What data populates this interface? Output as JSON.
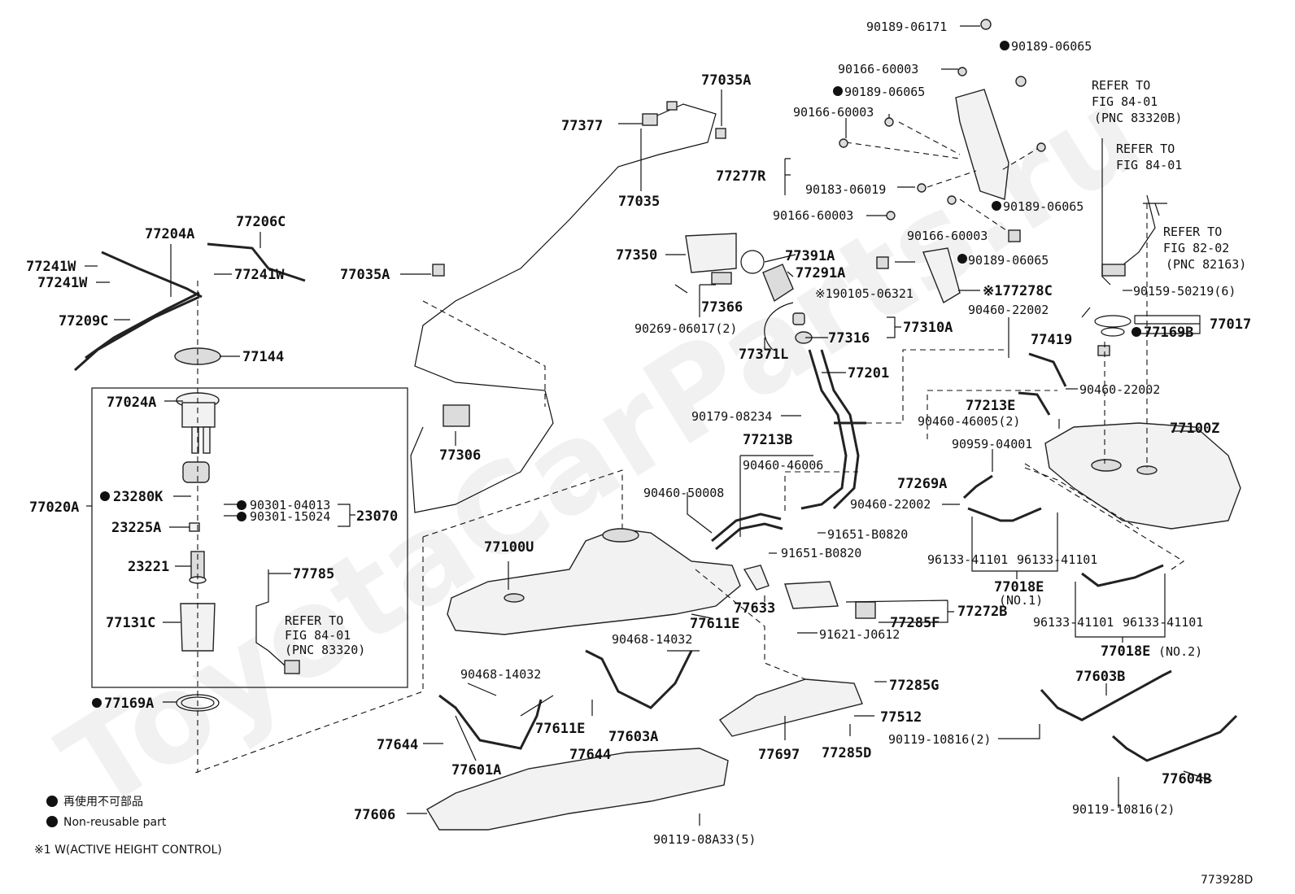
{
  "watermark": "ToyotaCarParts.ru",
  "labels": {
    "p90189_06171": "90189-06171",
    "p90189_06065_a": "90189-06065",
    "p90166_60003_a": "90166-60003",
    "p90189_06065_b": "90189-06065",
    "p90166_60003_b": "90166-60003",
    "p77277R": "77277R",
    "p90183_06019": "90183-06019",
    "p90189_06065_c": "90189-06065",
    "p90166_60003_c": "90166-60003",
    "p90166_60003_d": "90166-60003",
    "p90189_06065_d": "90189-06065",
    "p77035A_top": "77035A",
    "p77377": "77377",
    "p77035": "77035",
    "p77204A": "77204A",
    "p77206C": "77206C",
    "p77241W_a": "77241W",
    "p77241W_b": "77241W",
    "p77241W_c": "77241W",
    "p77209C": "77209C",
    "p77144": "77144",
    "p77035A_mid": "77035A",
    "p77306": "77306",
    "p77350": "77350",
    "p77391A": "77391A",
    "p77291A": "77291A",
    "p190105_06321": "※190105-06321",
    "p77278C": "※177278C",
    "p77366": "77366",
    "p90269_06017": "90269-06017(2)",
    "p77316": "77316",
    "p77310A": "77310A",
    "p77371L": "77371L",
    "p77201": "77201",
    "p90179_08234": "90179-08234",
    "p77213B": "77213B",
    "p90460_46006": "90460-46006",
    "p90460_50008": "90460-50008",
    "p77024A": "77024A",
    "p77020A": "77020A",
    "p23280K": "23280K",
    "p90301_04013": "90301-04013",
    "p90301_15024": "90301-15024",
    "p23070": "23070",
    "p23225A": "23225A",
    "p23221": "23221",
    "p77785": "77785",
    "p77131C": "77131C",
    "refer_84_01_a_l1": "REFER TO",
    "refer_84_01_a_l2": "FIG 84-01",
    "refer_84_01_a_l3": "(PNC 83320)",
    "p77169A": "77169A",
    "p77100U": "77100U",
    "p77611E_a": "77611E",
    "p77633": "77633",
    "p90468_14032_a": "90468-14032",
    "p90468_14032_b": "90468-14032",
    "p77611E_b": "77611E",
    "p77644_a": "77644",
    "p77644_b": "77644",
    "p77603A": "77603A",
    "p77601A": "77601A",
    "p77606": "77606",
    "p90119_08A33": "90119-08A33(5)",
    "p77697": "77697",
    "p77285D": "77285D",
    "p77512": "77512",
    "p77285G": "77285G",
    "p91621_J0612": "91621-J0612",
    "p77285F": "77285F",
    "p77272B": "77272B",
    "p91651_B0820_a": "91651-B0820",
    "p91651_B0820_b": "91651-B0820",
    "refer_84_01_b_l1": "REFER TO",
    "refer_84_01_b_l2": "FIG 84-01",
    "refer_84_01_b_l3": "(PNC 83320B)",
    "refer_84_01_c_l1": "REFER TO",
    "refer_84_01_c_l2": "FIG 84-01",
    "refer_82_02_l1": "REFER TO",
    "refer_82_02_l2": "FIG 82-02",
    "refer_82_02_l3": "(PNC 82163)",
    "p90159_50219": "90159-50219(6)",
    "p90460_22002_a": "90460-22002",
    "p77017": "77017",
    "p77169B": "77169B",
    "p77419": "77419",
    "p90460_22002_b": "90460-22002",
    "p77213E": "77213E",
    "p90460_46005": "90460-46005(2)",
    "p77100Z": "77100Z",
    "p90959_04001": "90959-04001",
    "p77269A": "77269A",
    "p90460_22002_c": "90460-22002",
    "p96133_41101_a": "96133-41101",
    "p96133_41101_b": "96133-41101",
    "p77018E_a": "77018E",
    "p77018E_a_no": "(NO.1)",
    "p96133_41101_c": "96133-41101",
    "p96133_41101_d": "96133-41101",
    "p77018E_b": "77018E",
    "p77018E_b_no": "(NO.2)",
    "p77603B": "77603B",
    "p90119_10816_a": "90119-10816(2)",
    "p77604B": "77604B",
    "p90119_10816_b": "90119-10816(2)"
  },
  "legend": {
    "non_reusable_jp": "再使用不可部品",
    "non_reusable_en": "Non-reusable part",
    "note1": "※1 W(ACTIVE HEIGHT CONTROL)"
  },
  "figure_id": "773928D"
}
